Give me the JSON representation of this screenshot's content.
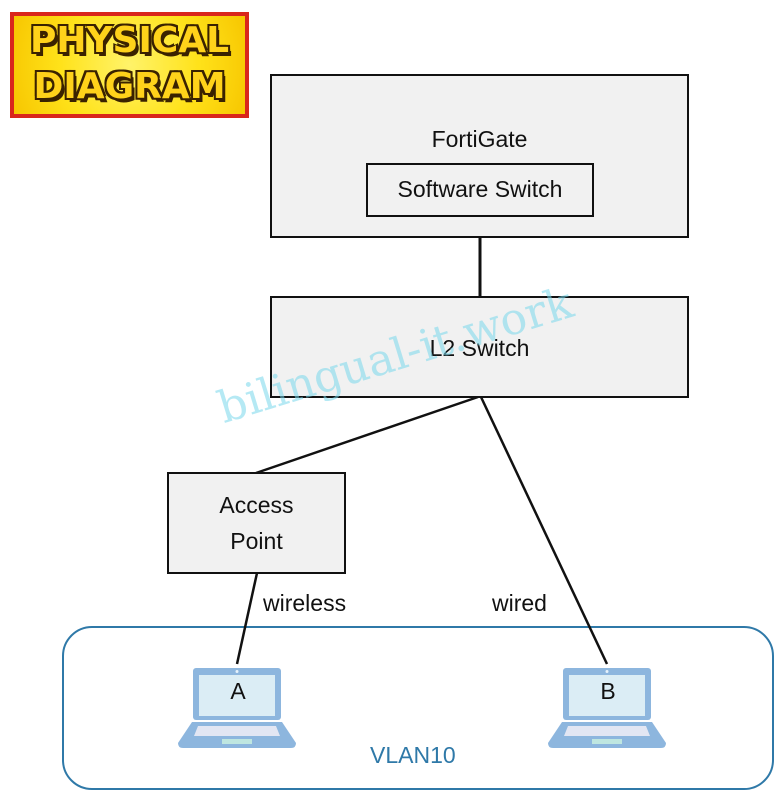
{
  "banner": {
    "line1": "PHYSICAL",
    "line2": "DIAGRAM"
  },
  "nodes": {
    "fortigate": {
      "label": "FortiGate",
      "inner_label": "Software Switch"
    },
    "l2_switch": {
      "label": "L2 Switch"
    },
    "access_point": {
      "line1": "Access",
      "line2": "Point"
    }
  },
  "links": {
    "wireless": "wireless",
    "wired": "wired"
  },
  "hosts": [
    {
      "label": "A"
    },
    {
      "label": "B"
    }
  ],
  "vlan": {
    "label": "VLAN10",
    "color": "#2f79a8"
  },
  "watermark": "bilingual-it.work"
}
